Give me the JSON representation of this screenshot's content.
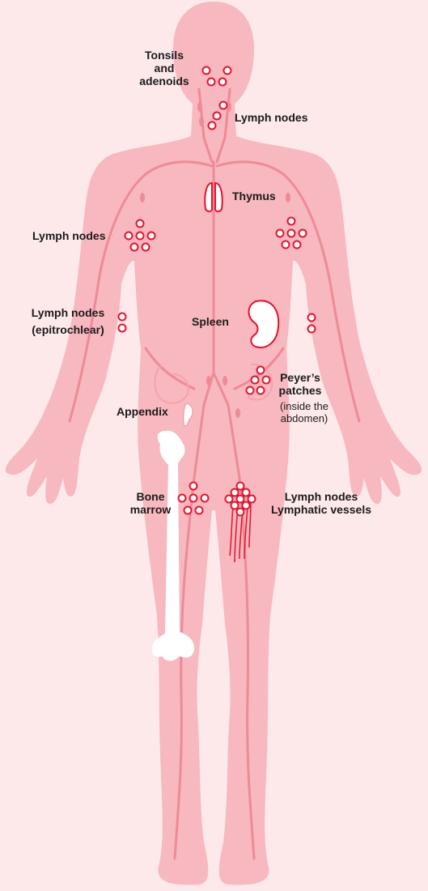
{
  "colors": {
    "background": "#fde8ea",
    "body": "#f7b8bf",
    "vessel": "#ef8a97",
    "node_stroke": "#e8112d",
    "organ_fill": "#ffffff",
    "text": "#1b1b1b"
  },
  "labels": {
    "tonsils": [
      "Tonsils",
      "and",
      "adenoids"
    ],
    "neck_nodes": "Lymph nodes",
    "thymus": "Thymus",
    "armpit_nodes": "Lymph nodes",
    "epitrochlear": [
      "Lymph nodes",
      "(epitrochlear)"
    ],
    "spleen": "Spleen",
    "peyers": [
      "Peyer’s",
      "patches"
    ],
    "peyers_note": [
      "(inside the",
      "abdomen)"
    ],
    "appendix": "Appendix",
    "bone_marrow": [
      "Bone",
      "marrow"
    ],
    "groin": [
      "Lymph nodes",
      "Lymphatic vessels"
    ]
  }
}
